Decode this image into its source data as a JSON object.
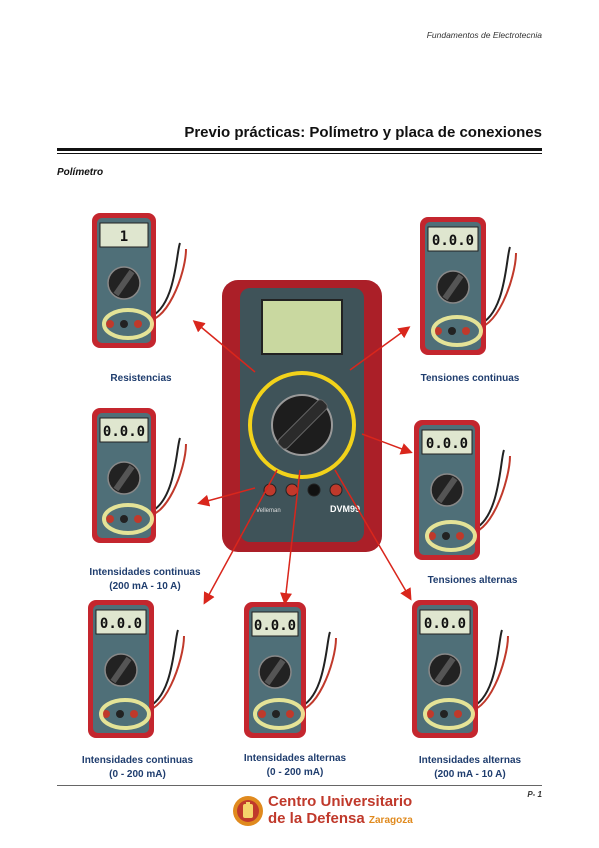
{
  "header": {
    "course": "Fundamentos de Electrotecnia"
  },
  "title": "Previo prácticas: Polímetro y placa de conexiones",
  "section": "Polímetro",
  "center_meter": {
    "model": "DVM99",
    "brand": "Velleman"
  },
  "captions": {
    "resistencias": [
      "Resistencias"
    ],
    "tensiones_continuas": [
      "Tensiones continuas"
    ],
    "intensidades_continuas_high": [
      "Intensidades continuas",
      "(200 mA - 10 A)"
    ],
    "tensiones_alternas": [
      "Tensiones alternas"
    ],
    "intensidades_continuas_low": [
      "Intensidades continuas",
      "(0 - 200 mA)"
    ],
    "intensidades_alternas_low": [
      "Intensidades alternas",
      "(0 - 200 mA)"
    ],
    "intensidades_alternas_high": [
      "Intensidades alternas",
      "(200 mA - 10 A)"
    ]
  },
  "displays": {
    "resistencias": "1",
    "tensiones_continuas": "0.0.0",
    "intensidades_continuas_high": "0.0.0",
    "tensiones_alternas": "0.0.0",
    "intensidades_continuas_low": "0.0.0",
    "intensidades_alternas_low": "0.0.0",
    "intensidades_alternas_high": "0.0.0"
  },
  "footer": {
    "page": "P- 1",
    "logo_line1": "Centro Universitario",
    "logo_line2": "de la Defensa",
    "logo_city": "Zaragoza"
  },
  "colors": {
    "arrow": "#d9261c",
    "caption": "#1f3d6e",
    "meter_case": "#c4262e",
    "dial_ring": "#f2d21a"
  }
}
